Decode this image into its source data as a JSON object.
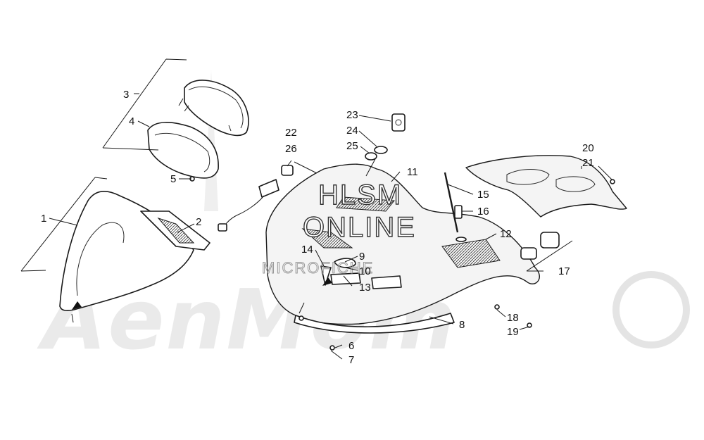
{
  "watermark": {
    "brand": "AenMom",
    "hlsm_line1": "HLSM",
    "hlsm_line2": "ONLINE",
    "hlsm_line3": "MICROFICHE"
  },
  "callouts": {
    "c1": "1",
    "c2": "2",
    "c3": "3",
    "c4": "4",
    "c5": "5",
    "c6": "6",
    "c7": "7",
    "c8": "8",
    "c9": "9",
    "c10": "10",
    "c11": "11",
    "c12": "12",
    "c13": "13",
    "c14": "14",
    "c15": "15",
    "c16": "16",
    "c17": "17",
    "c18": "18",
    "c19": "19",
    "c20": "20",
    "c21": "21",
    "c22": "22",
    "c23": "23",
    "c24": "24",
    "c25": "25",
    "c26": "26"
  },
  "colors": {
    "line": "#1a1a1a",
    "watermark": "#d9d9d9",
    "background": "#ffffff"
  }
}
